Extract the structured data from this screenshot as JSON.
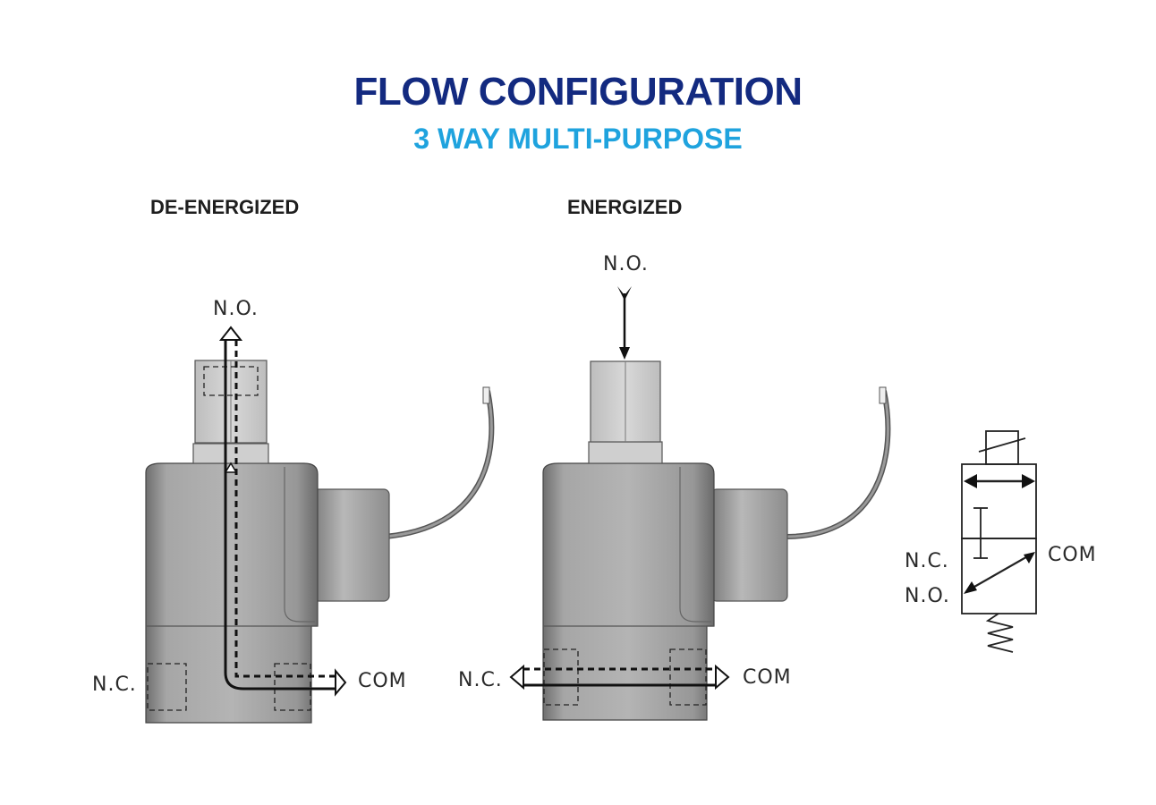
{
  "header": {
    "title": "FLOW CONFIGURATION",
    "subtitle": "3 WAY MULTI-PURPOSE"
  },
  "colors": {
    "title": "#132a80",
    "subtitle": "#1fa3de",
    "body_metal": "#9a9a9a",
    "line": "#111111"
  },
  "de_energized": {
    "label": "DE-ENERGIZED",
    "port_top": "N.O.",
    "port_left": "N.C.",
    "port_right": "COM"
  },
  "energized": {
    "label": "ENERGIZED",
    "port_top": "N.O.",
    "port_left": "N.C.",
    "port_right": "COM"
  },
  "schematic": {
    "label_nc": "N.C.",
    "label_no": "N.O.",
    "label_com": "COM"
  }
}
